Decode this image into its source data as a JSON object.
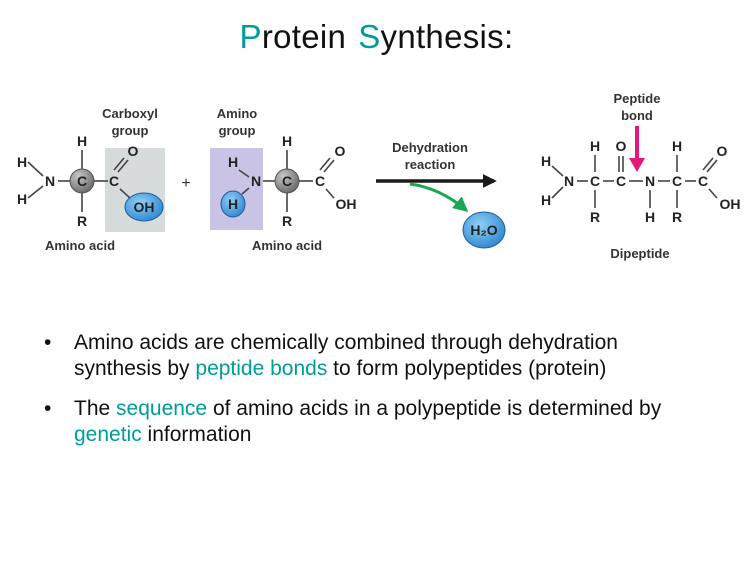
{
  "title": {
    "part1_first": "P",
    "part1_rest": "rotein",
    "part2_first": "S",
    "part2_rest": "ynthesis:"
  },
  "diagram": {
    "carboxyl_label_1": "Carboxyl",
    "carboxyl_label_2": "group",
    "amino_label_1": "Amino",
    "amino_label_2": "group",
    "reaction_label_1": "Dehydration",
    "reaction_label_2": "reaction",
    "peptide_label_1": "Peptide",
    "peptide_label_2": "bond",
    "plus": "+",
    "amino_acid_1": "Amino acid",
    "amino_acid_2": "Amino acid",
    "dipeptide": "Dipeptide",
    "water": "H₂O",
    "atoms": {
      "H": "H",
      "N": "N",
      "C": "C",
      "O": "O",
      "OH": "OH",
      "R": "R"
    },
    "colors": {
      "carboxyl_box": "#d6dbdc",
      "amino_box": "#c9c3e6",
      "oh_oval": "#4aa3df",
      "water_oval": "#4aa3df",
      "carbon_circle": "#8a8a8a",
      "reaction_arrow": "#1a1a1a",
      "water_arrow": "#1aa656",
      "peptide_arrow": "#e6177a"
    }
  },
  "bullets": [
    {
      "pre": "Amino acids are chemically combined through dehydration synthesis by ",
      "highlight": "peptide bonds",
      "post": " to form polypeptides (protein)"
    },
    {
      "pre": "The ",
      "highlight": "sequence",
      "mid": " of amino acids in a polypeptide is determined by ",
      "highlight2": "genetic",
      "post": " information"
    }
  ]
}
